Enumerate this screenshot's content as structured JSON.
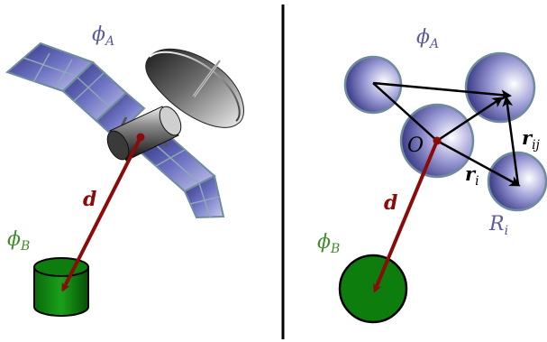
{
  "left_panel": {
    "phi_a_label": "ϕ",
    "phi_a_sub": "A",
    "phi_b_label": "ϕ",
    "phi_b_sub": "B",
    "d_label": "d",
    "phi_a_color": "#5c5a9a",
    "phi_b_color": "#3f8c2a",
    "d_color": "#8b0a0a",
    "panel_color": "#5a5fae",
    "cylinder_color": "#0d7d0d"
  },
  "right_panel": {
    "phi_a_label": "ϕ",
    "phi_a_sub": "A",
    "phi_b_label": "ϕ",
    "phi_b_sub": "B",
    "d_label": "d",
    "origin_label": "O",
    "r_i_label": "r",
    "r_i_sub": "i",
    "r_ij_label": "r",
    "r_ij_sub": "ij",
    "R_i_label": "R",
    "R_i_sub": "i",
    "sphere_color": "#4e4e9c",
    "disk_color": "#0d7d0d"
  },
  "divider_color": "#000000"
}
